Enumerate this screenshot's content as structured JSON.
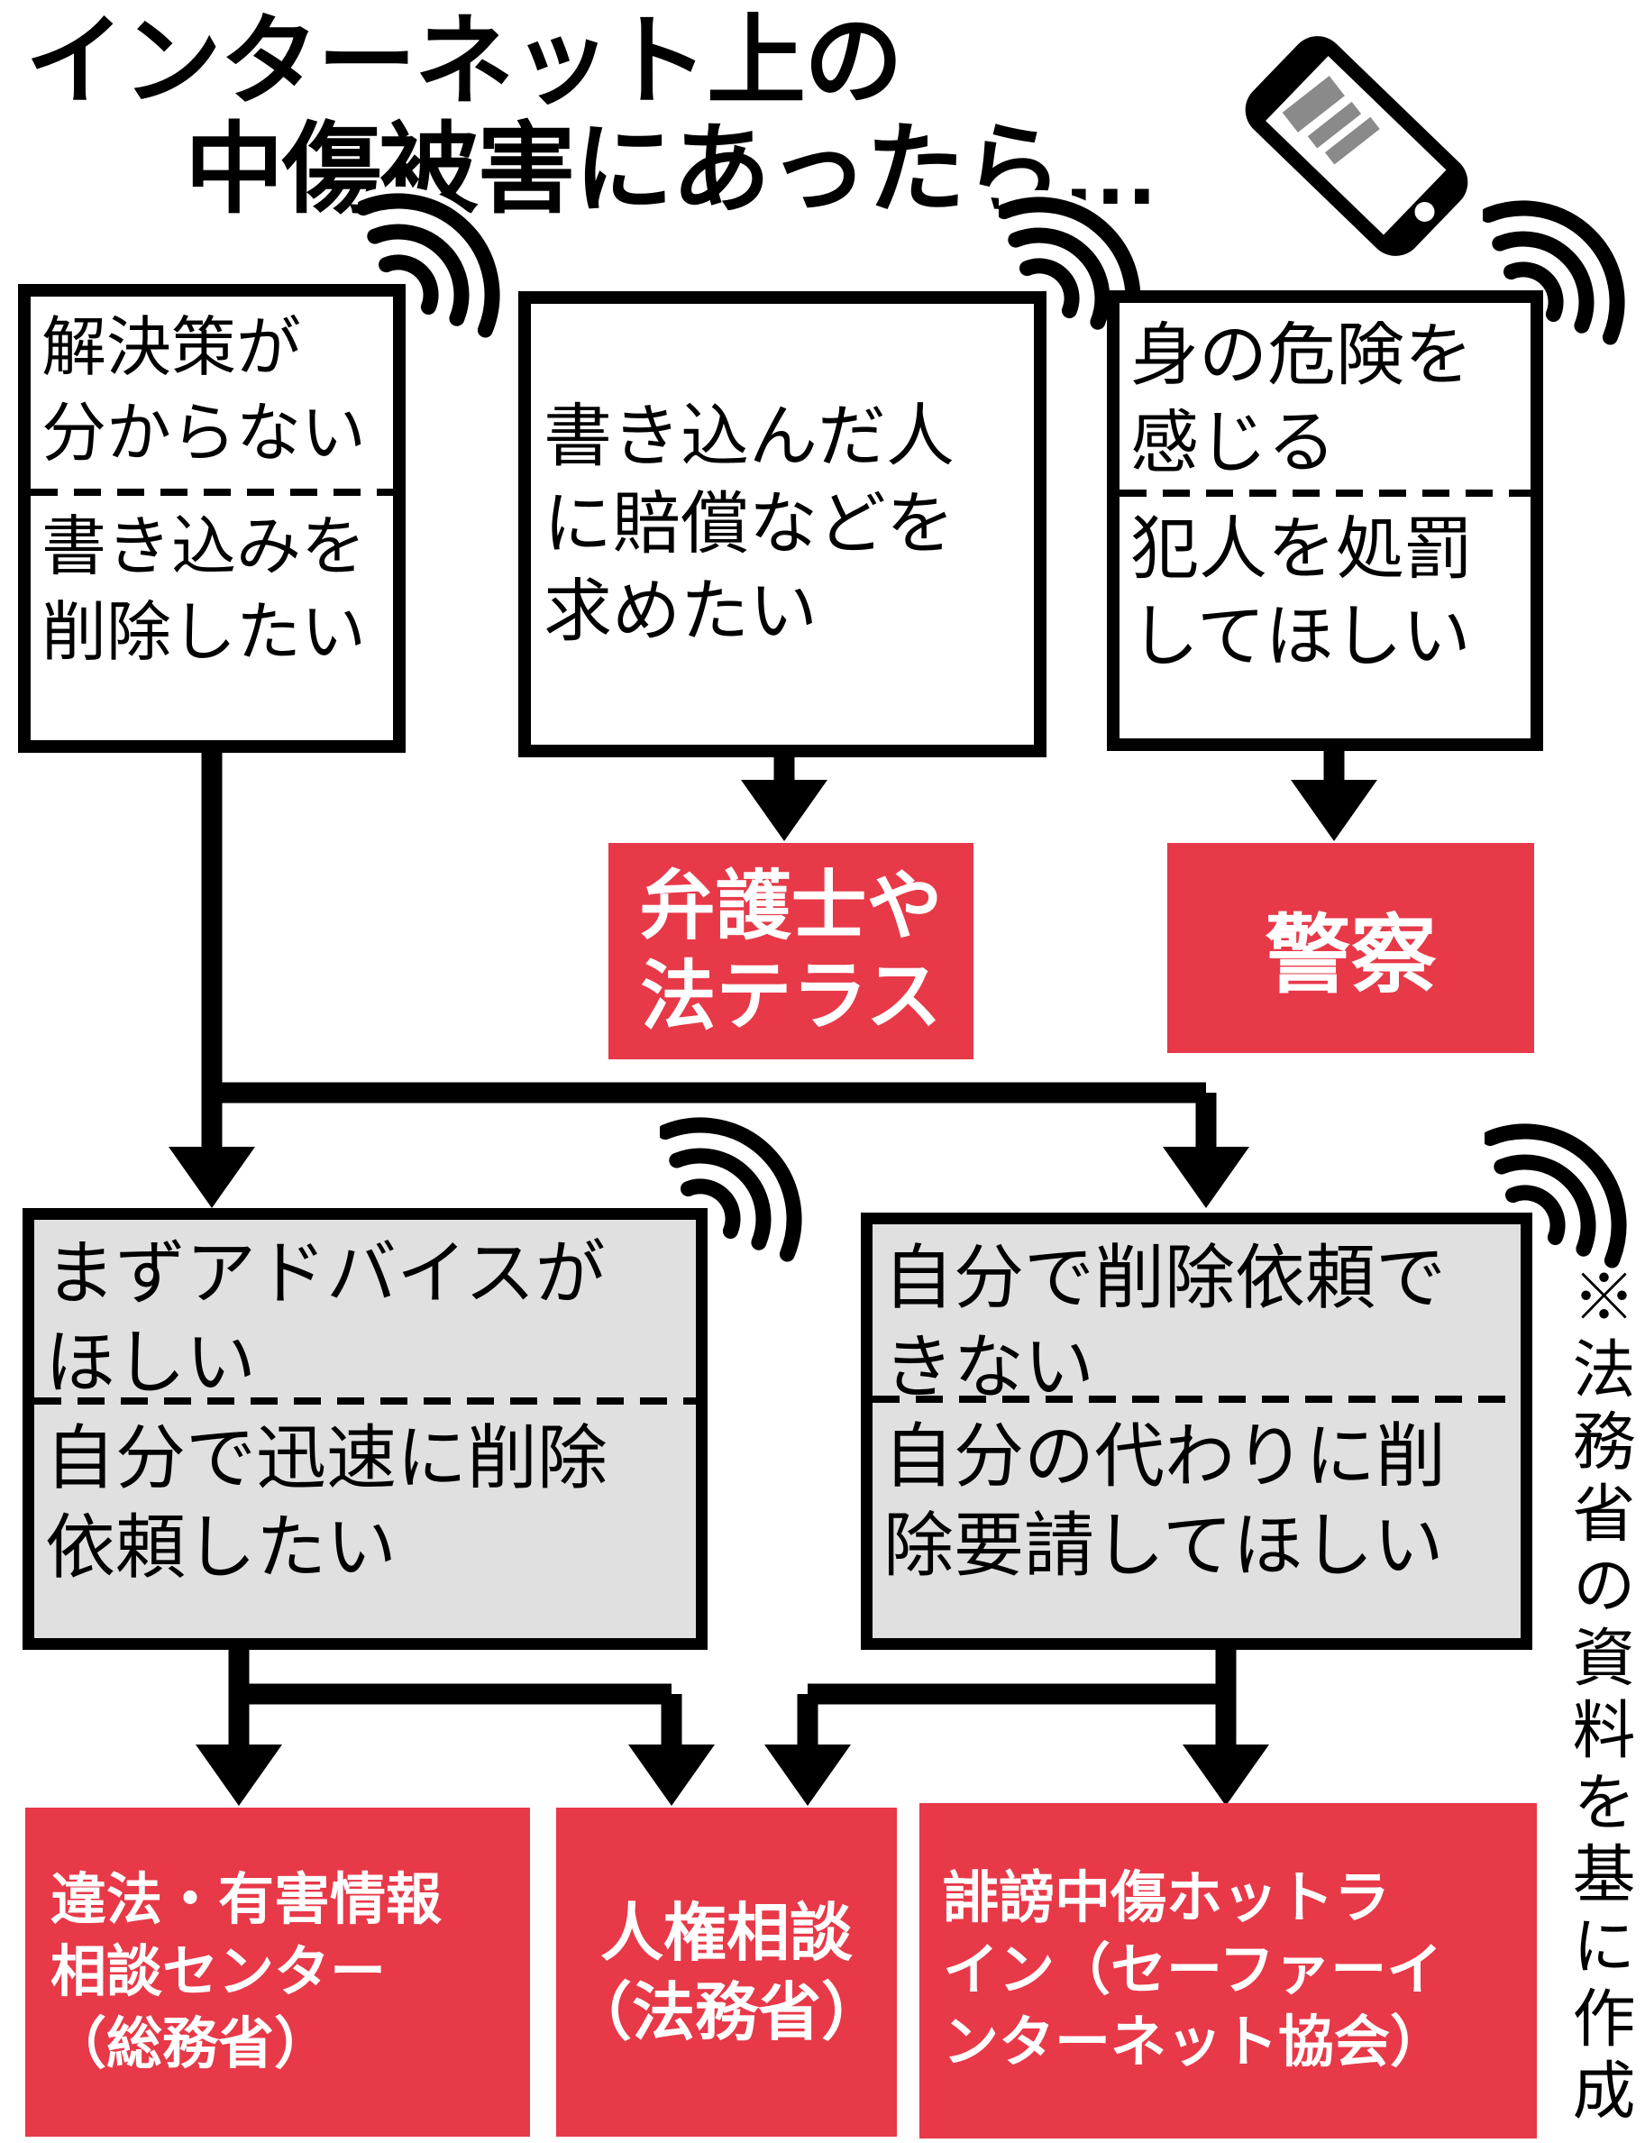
{
  "title": {
    "line1": "インターネット上の",
    "line2": "中傷被害にあったら…"
  },
  "top_boxes": {
    "box1": {
      "top": "解決策が\n分からない",
      "bottom": "書き込みを\n削除したい"
    },
    "box2": {
      "text": "書き込んだ人\nに賠償などを\n求めたい"
    },
    "box3": {
      "top": "身の危険を\n感じる",
      "bottom": "犯人を処罰\nしてほしい"
    }
  },
  "gray_boxes": {
    "box1": {
      "top": "まずアドバイスが\nほしい",
      "bottom": "自分で迅速に削除\n依頼したい"
    },
    "box2": {
      "top": "自分で削除依頼で\nきない",
      "bottom": "自分の代わりに削\n除要請してほしい"
    }
  },
  "destinations": {
    "lawyer": "弁護士や\n法テラス",
    "police": "警察",
    "illegal_center": "違法・有害情報\n相談センター\n（総務省）",
    "jinken": "人権相談\n（法務省）",
    "hotline": "誹謗中傷ホットラ\nイン（セーファーイ\nンターネット協会）"
  },
  "footnote": "※法務省の資料を基に作成",
  "colors": {
    "accent_red": "#e73948",
    "box_gray": "#e0e0e0",
    "phone_bar_gray": "#8a8a8a",
    "ink": "#000000"
  },
  "icons": {
    "wifi": "wifi-signal-icon",
    "phone": "smartphone-icon"
  }
}
